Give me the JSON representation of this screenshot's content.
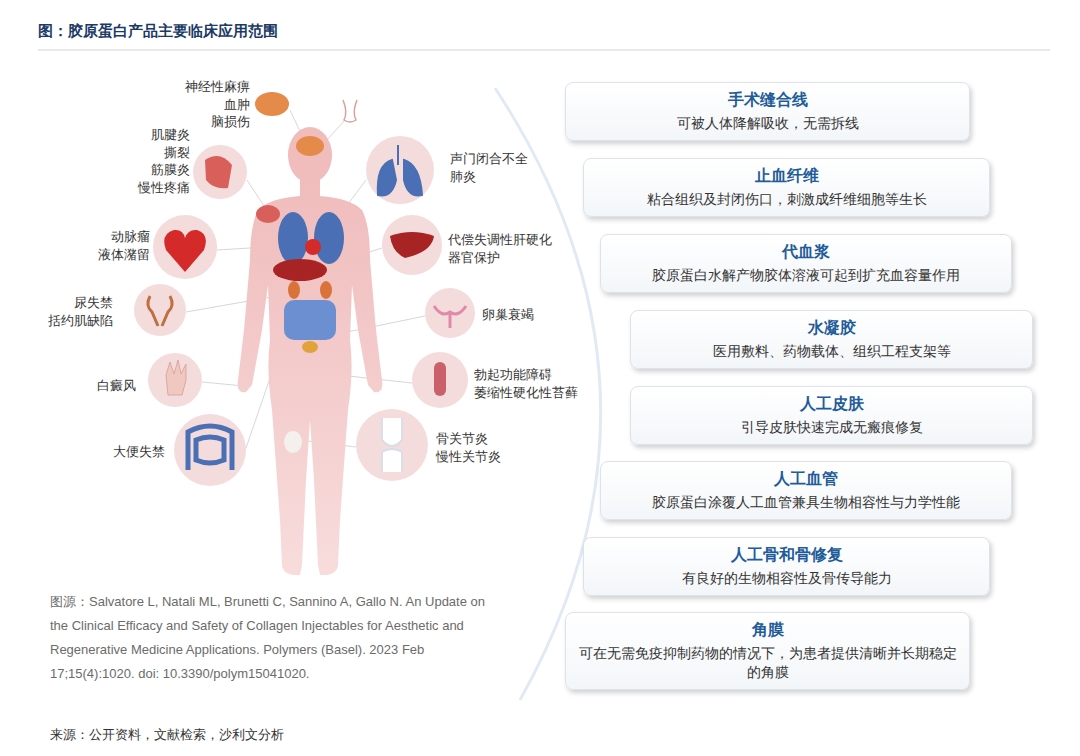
{
  "diagram": {
    "title": "图：胶原蛋白产品主要临床应用范围",
    "nodes": [
      {
        "text": [
          "手术缝合线",
          "可被人体降解吸收，无需拆线"
        ]
      },
      {
        "text": [
          "止血纤维",
          "粘合组织及封闭伤口，刺激成纤维细胞等生长"
        ]
      },
      {
        "text": [
          "代血浆",
          "胶原蛋白水解产物胶体溶液可起到扩充血容量作用"
        ]
      },
      {
        "text": [
          "水凝胶",
          "医用敷料、药物载体、组织工程支架等"
        ]
      },
      {
        "text": [
          "人工皮肤",
          "引导皮肤快速完成无瘢痕修复"
        ]
      },
      {
        "text": [
          "人工血管",
          "胶原蛋白涂覆人工血管兼具生物相容性与力学性能"
        ]
      },
      {
        "text": [
          "人工骨和骨修复",
          "有良好的生物相容性及骨传导能力"
        ]
      },
      {
        "text": [
          "角膜",
          "可在无需免疫抑制药物的情况下，为患者提供清晰并长期稳定的角膜"
        ]
      }
    ],
    "labels": [
      "神经性麻痹 血肿 脑损伤",
      "肌腱炎 撕裂 筋膜炎 慢性疼痛",
      "动脉瘤 液体潴留",
      "尿失禁 括约肌缺陷",
      "白癜风",
      "大便失禁",
      "声门闭合不全 肺炎",
      "代偿失调性肝硬化 器官保护",
      "卵巢衰竭",
      "勃起功能障碍 萎缩性硬化性苔藓",
      "骨关节炎 慢性关节炎",
      "图源：Salvatore L, Natali ML, Brunetti C, Sannino A, Gallo N. An Update on the Clinical Efficacy and Safety of Collagen Injectables for Aesthetic and Regenerative Medicine Applications. Polymers (Basel). 2023 Feb 17;15(4):1020. doi: 10.3390/polym15041020.",
      "来源：公开资料，文献检索，沙利文分析"
    ]
  }
}
